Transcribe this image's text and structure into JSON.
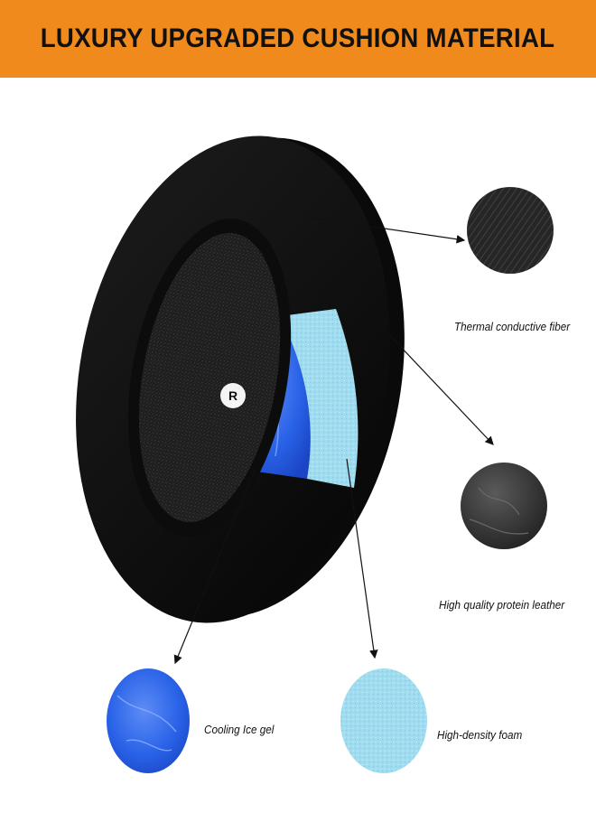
{
  "banner": {
    "title": "LUXURY UPGRADED CUSHION MATERIAL",
    "background": "#f08a1c"
  },
  "earpad": {
    "side_marker": "R",
    "cushion_color": "#111111",
    "gel_color": "#2a63e8",
    "foam_color": "#9fdcef"
  },
  "materials": [
    {
      "icon": "fiber-swatch-icon",
      "label": "Thermal conductive fiber"
    },
    {
      "icon": "leather-swatch-icon",
      "label": "High quality protein leather"
    },
    {
      "icon": "gel-swatch-icon",
      "label": "Cooling Ice gel"
    },
    {
      "icon": "foam-swatch-icon",
      "label": "High-density foam"
    }
  ]
}
